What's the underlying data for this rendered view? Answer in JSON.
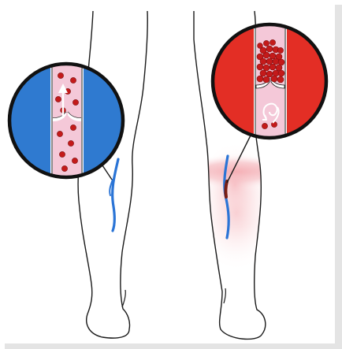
{
  "colors": {
    "frame_shadow": "#c9c9c9",
    "leg_fill": "#ffffff",
    "leg_outline": "#1a1a1a",
    "vein": "#2a74d6",
    "normal_bg": "#2f7ad0",
    "clot_bg": "#e32e25",
    "vessel_wall": "#f4c8d8",
    "blood_cell": "#c41a1a",
    "inflammation": "#e9525f"
  },
  "panels": {
    "normal": {
      "name": "normal-blood-flow",
      "flow": "upward",
      "icon": "arrow-up-icon"
    },
    "clot": {
      "name": "blood-clot",
      "flow": "swirl",
      "icon": "swirl-arrow-icon"
    }
  }
}
